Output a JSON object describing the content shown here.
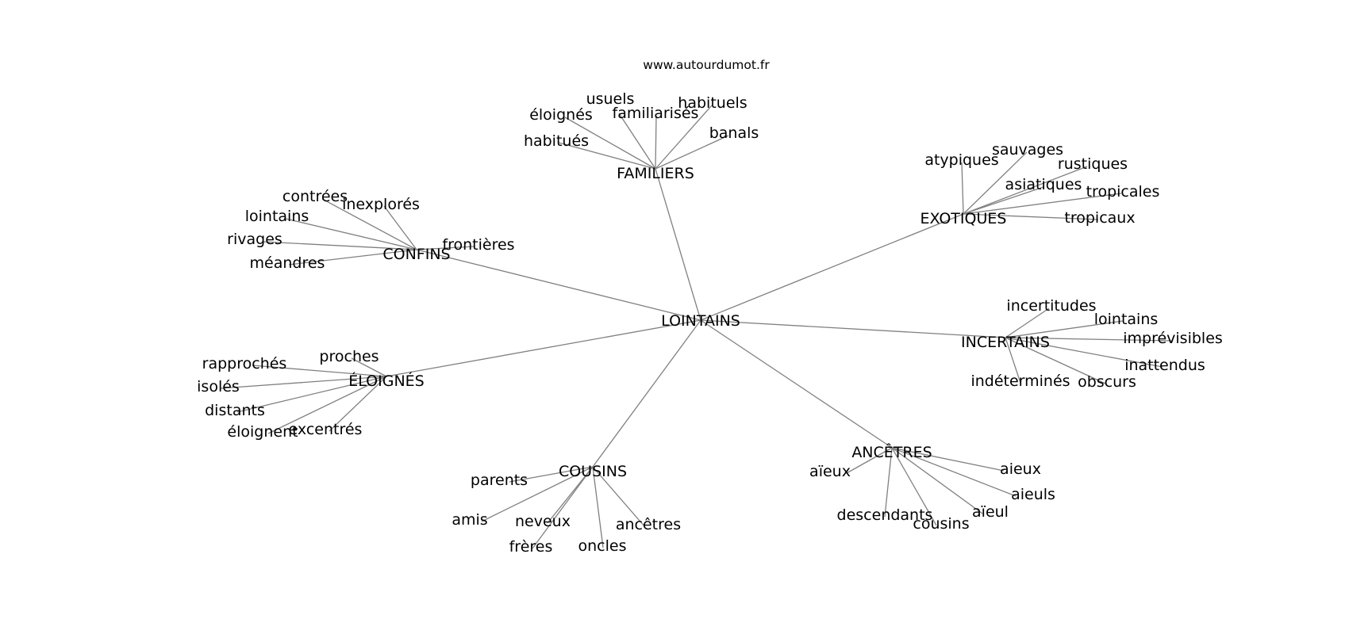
{
  "source_label": "www.autourdumot.fr",
  "center": "LOINTAINS",
  "clusters": [
    {
      "id": "familiers",
      "label": "FAMILIERS",
      "words": [
        "usuels",
        "éloignés",
        "familiarisés",
        "habituels",
        "habitués",
        "banals"
      ]
    },
    {
      "id": "exotiques",
      "label": "EXOTIQUES",
      "words": [
        "atypiques",
        "sauvages",
        "rustiques",
        "asiatiques",
        "tropicales",
        "tropicaux"
      ]
    },
    {
      "id": "confins",
      "label": "CONFINS",
      "words": [
        "contrées",
        "inexplorés",
        "lointains",
        "rivages",
        "frontières",
        "méandres"
      ]
    },
    {
      "id": "incertains",
      "label": "INCERTAINS",
      "words": [
        "incertitudes",
        "lointains",
        "imprévisibles",
        "inattendus",
        "indéterminés",
        "obscurs"
      ]
    },
    {
      "id": "eloignes",
      "label": "ÉLOIGNÉS",
      "words": [
        "rapprochés",
        "proches",
        "isolés",
        "distants",
        "éloignent",
        "excentrés"
      ]
    },
    {
      "id": "ancetres",
      "label": "ANCÊTRES",
      "words": [
        "aïeux",
        "aieux",
        "aieuls",
        "descendants",
        "aïeul",
        "cousins"
      ]
    },
    {
      "id": "cousins",
      "label": "COUSINS",
      "words": [
        "parents",
        "amis",
        "neveux",
        "ancêtres",
        "frères",
        "oncles"
      ]
    }
  ],
  "colors": {
    "edge": "#808080",
    "text": "#000000",
    "background": "#ffffff"
  }
}
